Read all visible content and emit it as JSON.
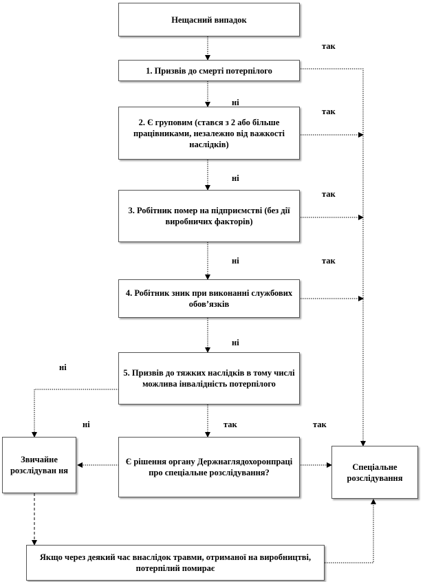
{
  "boxes": {
    "accident": "Нещасний випадок",
    "q1": "1. Призвів до смерті потерпілого",
    "q2": "2. Є груповим (стався з 2 або більше працівниками, незалежно від важкості наслідків)",
    "q3": "3. Робітник помер на підприємстві (без дії виробничих факторів)",
    "q4": "4. Робітник зник при виконанні службових обов’язків",
    "q5": "5. Призвів до тяжких наслідків в тому числі можлива інвалідність потерпілого",
    "q6": "Є рішення органу Держнаглядохоронпраці про спеціальне розслідування?",
    "ordinary": "Звичайне розслідуван ня",
    "special": "Спеціальне розслідування",
    "later": "Якщо через деякий час внаслідок травми, отриманої на виробництві, потерпілий помирає"
  },
  "labels": {
    "yes": "так",
    "no": "ні"
  }
}
